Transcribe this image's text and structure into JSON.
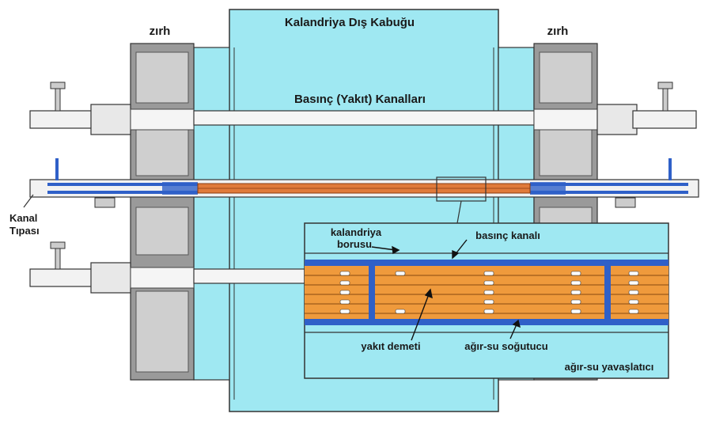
{
  "labels": {
    "calandria_shell": "Kalandriya Dış Kabuğu",
    "shield_left": "zırh",
    "shield_right": "zırh",
    "pressure_channels": "Basınç (Yakıt) Kanalları",
    "channel_plug_line1": "Kanal",
    "channel_plug_line2": "Tıpası"
  },
  "inset": {
    "calandria_tube_line1": "kalandriya",
    "calandria_tube_line2": "borusu",
    "pressure_channel": "basınç kanalı",
    "fuel_bundle": "yakıt demeti",
    "heavy_water_coolant": "ağır-su soğutucu",
    "heavy_water_moderator": "ağır-su yavaşlatıcı"
  },
  "colors": {
    "moderator": "#9fe8f2",
    "shield": "#cfcfcf",
    "fuel": "#ef9a3c",
    "coolant": "#2f60c8",
    "pipe": "#f2f2f2",
    "outline": "#333333"
  }
}
